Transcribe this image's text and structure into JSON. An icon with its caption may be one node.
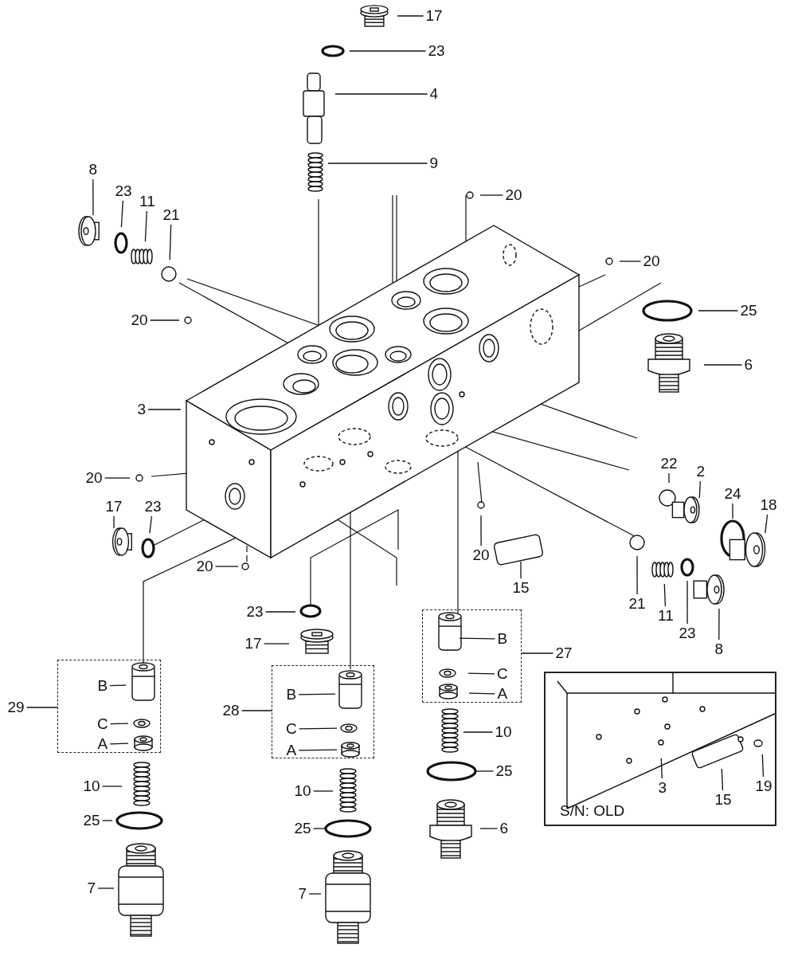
{
  "diagram": {
    "nodes": [
      {
        "text": [
          "17"
        ]
      },
      {
        "text": [
          "23"
        ]
      },
      {
        "text": [
          "4"
        ]
      },
      {
        "text": [
          "9"
        ]
      },
      {
        "text": [
          "8"
        ]
      },
      {
        "text": [
          "23"
        ]
      },
      {
        "text": [
          "11"
        ]
      },
      {
        "text": [
          "21"
        ]
      },
      {
        "text": [
          "20"
        ]
      },
      {
        "text": [
          "20"
        ]
      },
      {
        "text": [
          "25"
        ]
      },
      {
        "text": [
          "6"
        ]
      },
      {
        "text": [
          "20"
        ]
      },
      {
        "text": [
          "3"
        ]
      },
      {
        "text": [
          "20"
        ]
      },
      {
        "text": [
          "23"
        ]
      },
      {
        "text": [
          "17"
        ]
      },
      {
        "text": [
          "20"
        ]
      },
      {
        "text": [
          "20"
        ]
      },
      {
        "text": [
          "22"
        ]
      },
      {
        "text": [
          "2"
        ]
      },
      {
        "text": [
          "24"
        ]
      },
      {
        "text": [
          "18"
        ]
      },
      {
        "text": [
          "15"
        ]
      },
      {
        "text": [
          "21"
        ]
      },
      {
        "text": [
          "11"
        ]
      },
      {
        "text": [
          "23"
        ]
      },
      {
        "text": [
          "8"
        ]
      },
      {
        "text": [
          "23"
        ]
      },
      {
        "text": [
          "17"
        ]
      },
      {
        "text": [
          "29"
        ]
      },
      {
        "text": [],
        "shape": "box"
      },
      {
        "text": [
          "B"
        ],
        "in": 31
      },
      {
        "text": [
          "C"
        ],
        "in": 31
      },
      {
        "text": [
          "A"
        ],
        "in": 31
      },
      {
        "text": [
          "28"
        ]
      },
      {
        "text": [],
        "shape": "box"
      },
      {
        "text": [
          "B"
        ],
        "in": 36
      },
      {
        "text": [
          "C"
        ],
        "in": 36
      },
      {
        "text": [
          "A"
        ],
        "in": 36
      },
      {
        "text": [
          "27"
        ]
      },
      {
        "text": [],
        "shape": "box"
      },
      {
        "text": [
          "B"
        ],
        "in": 41
      },
      {
        "text": [
          "C"
        ],
        "in": 41
      },
      {
        "text": [
          "A"
        ],
        "in": 41
      },
      {
        "text": [
          "10"
        ]
      },
      {
        "text": [
          "25"
        ]
      },
      {
        "text": [
          "6"
        ]
      },
      {
        "text": [
          "S/N: OLD"
        ]
      },
      {
        "text": [
          "3"
        ],
        "in": 48
      },
      {
        "text": [
          "15"
        ],
        "in": 48
      },
      {
        "text": [
          "19"
        ],
        "in": 48
      },
      {
        "text": [
          "10"
        ]
      },
      {
        "text": [
          "25"
        ]
      },
      {
        "text": [
          "7"
        ]
      },
      {
        "text": [
          "10"
        ]
      },
      {
        "text": [
          "25"
        ]
      },
      {
        "text": [
          "7"
        ]
      }
    ],
    "edges": [
      {
        "from": 0,
        "to": null,
        "arrow": "none"
      },
      {
        "from": 1,
        "to": null,
        "arrow": "none"
      },
      {
        "from": 2,
        "to": null,
        "arrow": "none"
      },
      {
        "from": 3,
        "to": null,
        "arrow": "none"
      },
      {
        "from": 4,
        "to": null,
        "arrow": "none"
      },
      {
        "from": 5,
        "to": null,
        "arrow": "none"
      },
      {
        "from": 6,
        "to": null,
        "arrow": "none"
      },
      {
        "from": 7,
        "to": null,
        "arrow": "none"
      },
      {
        "from": 8,
        "to": null,
        "arrow": "none"
      },
      {
        "from": 9,
        "to": null,
        "arrow": "none"
      },
      {
        "from": 10,
        "to": null,
        "arrow": "none"
      },
      {
        "from": 11,
        "to": null,
        "arrow": "none"
      },
      {
        "from": 12,
        "to": null,
        "arrow": "none"
      },
      {
        "from": 13,
        "to": null,
        "arrow": "none"
      },
      {
        "from": 14,
        "to": null,
        "arrow": "none"
      },
      {
        "from": 15,
        "to": null,
        "arrow": "none"
      },
      {
        "from": 16,
        "to": null,
        "arrow": "none"
      },
      {
        "from": 17,
        "to": null,
        "arrow": "none"
      },
      {
        "from": 18,
        "to": null,
        "arrow": "none"
      },
      {
        "from": 19,
        "to": null,
        "arrow": "none"
      },
      {
        "from": 20,
        "to": null,
        "arrow": "none"
      },
      {
        "from": 21,
        "to": null,
        "arrow": "none"
      },
      {
        "from": 22,
        "to": null,
        "arrow": "none"
      },
      {
        "from": 23,
        "to": null,
        "arrow": "none"
      },
      {
        "from": 24,
        "to": null,
        "arrow": "none"
      },
      {
        "from": 25,
        "to": null,
        "arrow": "none"
      },
      {
        "from": 26,
        "to": null,
        "arrow": "none"
      },
      {
        "from": 27,
        "to": null,
        "arrow": "none"
      },
      {
        "from": 28,
        "to": null,
        "arrow": "none"
      },
      {
        "from": 29,
        "to": null,
        "arrow": "none"
      },
      {
        "from": 30,
        "to": 31,
        "arrow": "none"
      },
      {
        "from": 32,
        "to": null,
        "arrow": "none"
      },
      {
        "from": 33,
        "to": null,
        "arrow": "none"
      },
      {
        "from": 34,
        "to": null,
        "arrow": "none"
      },
      {
        "from": 35,
        "to": 36,
        "arrow": "none"
      },
      {
        "from": 37,
        "to": null,
        "arrow": "none"
      },
      {
        "from": 38,
        "to": null,
        "arrow": "none"
      },
      {
        "from": 39,
        "to": null,
        "arrow": "none"
      },
      {
        "from": 40,
        "to": 41,
        "arrow": "none"
      },
      {
        "from": 42,
        "to": null,
        "arrow": "none"
      },
      {
        "from": 43,
        "to": null,
        "arrow": "none"
      },
      {
        "from": 44,
        "to": null,
        "arrow": "none"
      },
      {
        "from": 45,
        "to": null,
        "arrow": "none"
      },
      {
        "from": 46,
        "to": null,
        "arrow": "none"
      },
      {
        "from": 47,
        "to": null,
        "arrow": "none"
      },
      {
        "from": 49,
        "to": null,
        "arrow": "none"
      },
      {
        "from": 50,
        "to": null,
        "arrow": "none"
      },
      {
        "from": 51,
        "to": null,
        "arrow": "none"
      },
      {
        "from": 52,
        "to": null,
        "arrow": "none"
      },
      {
        "from": 53,
        "to": null,
        "arrow": "none"
      },
      {
        "from": 54,
        "to": null,
        "arrow": "none"
      },
      {
        "from": 55,
        "to": null,
        "arrow": "none"
      },
      {
        "from": 56,
        "to": null,
        "arrow": "none"
      },
      {
        "from": 57,
        "to": null,
        "arrow": "none"
      }
    ]
  }
}
